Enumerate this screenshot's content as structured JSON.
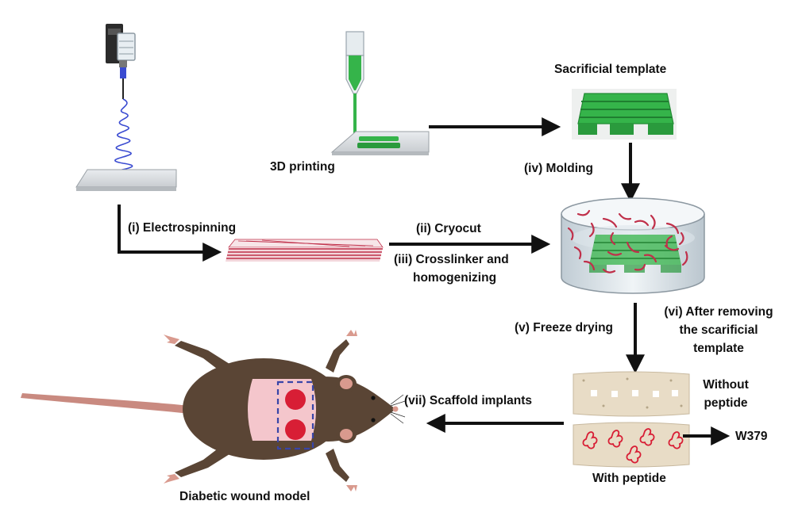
{
  "labels": {
    "electrospinning": "(i) Electrospinning",
    "printing": "3D printing",
    "sacrificial": "Sacrificial template",
    "molding": "(iv) Molding",
    "cryocut": "(ii) Cryocut",
    "crosslinker_1": "(iii) Crosslinker and",
    "crosslinker_2": "homogenizing",
    "freeze": "(v) Freeze drying",
    "removing_1": "(vi) After removing",
    "removing_2": "the scarificial",
    "removing_3": "template",
    "implants": "(vii) Scaffold implants",
    "without_1": "Without",
    "without_2": "peptide",
    "with_peptide": "With peptide",
    "w379": "W379",
    "wound_model": "Diabetic wound model"
  },
  "colors": {
    "green": "#35b44a",
    "fiber_red": "#c0304a",
    "mouse_body": "#5a4535",
    "mouse_pink": "#d99a8e",
    "wound_red": "#d81e35",
    "wound_skin": "#f4c6cc",
    "dash_blue": "#3845a8",
    "spiral_blue": "#3a4bd1",
    "scaffold_beige": "#e8dcc6",
    "arrow": "#111111"
  }
}
